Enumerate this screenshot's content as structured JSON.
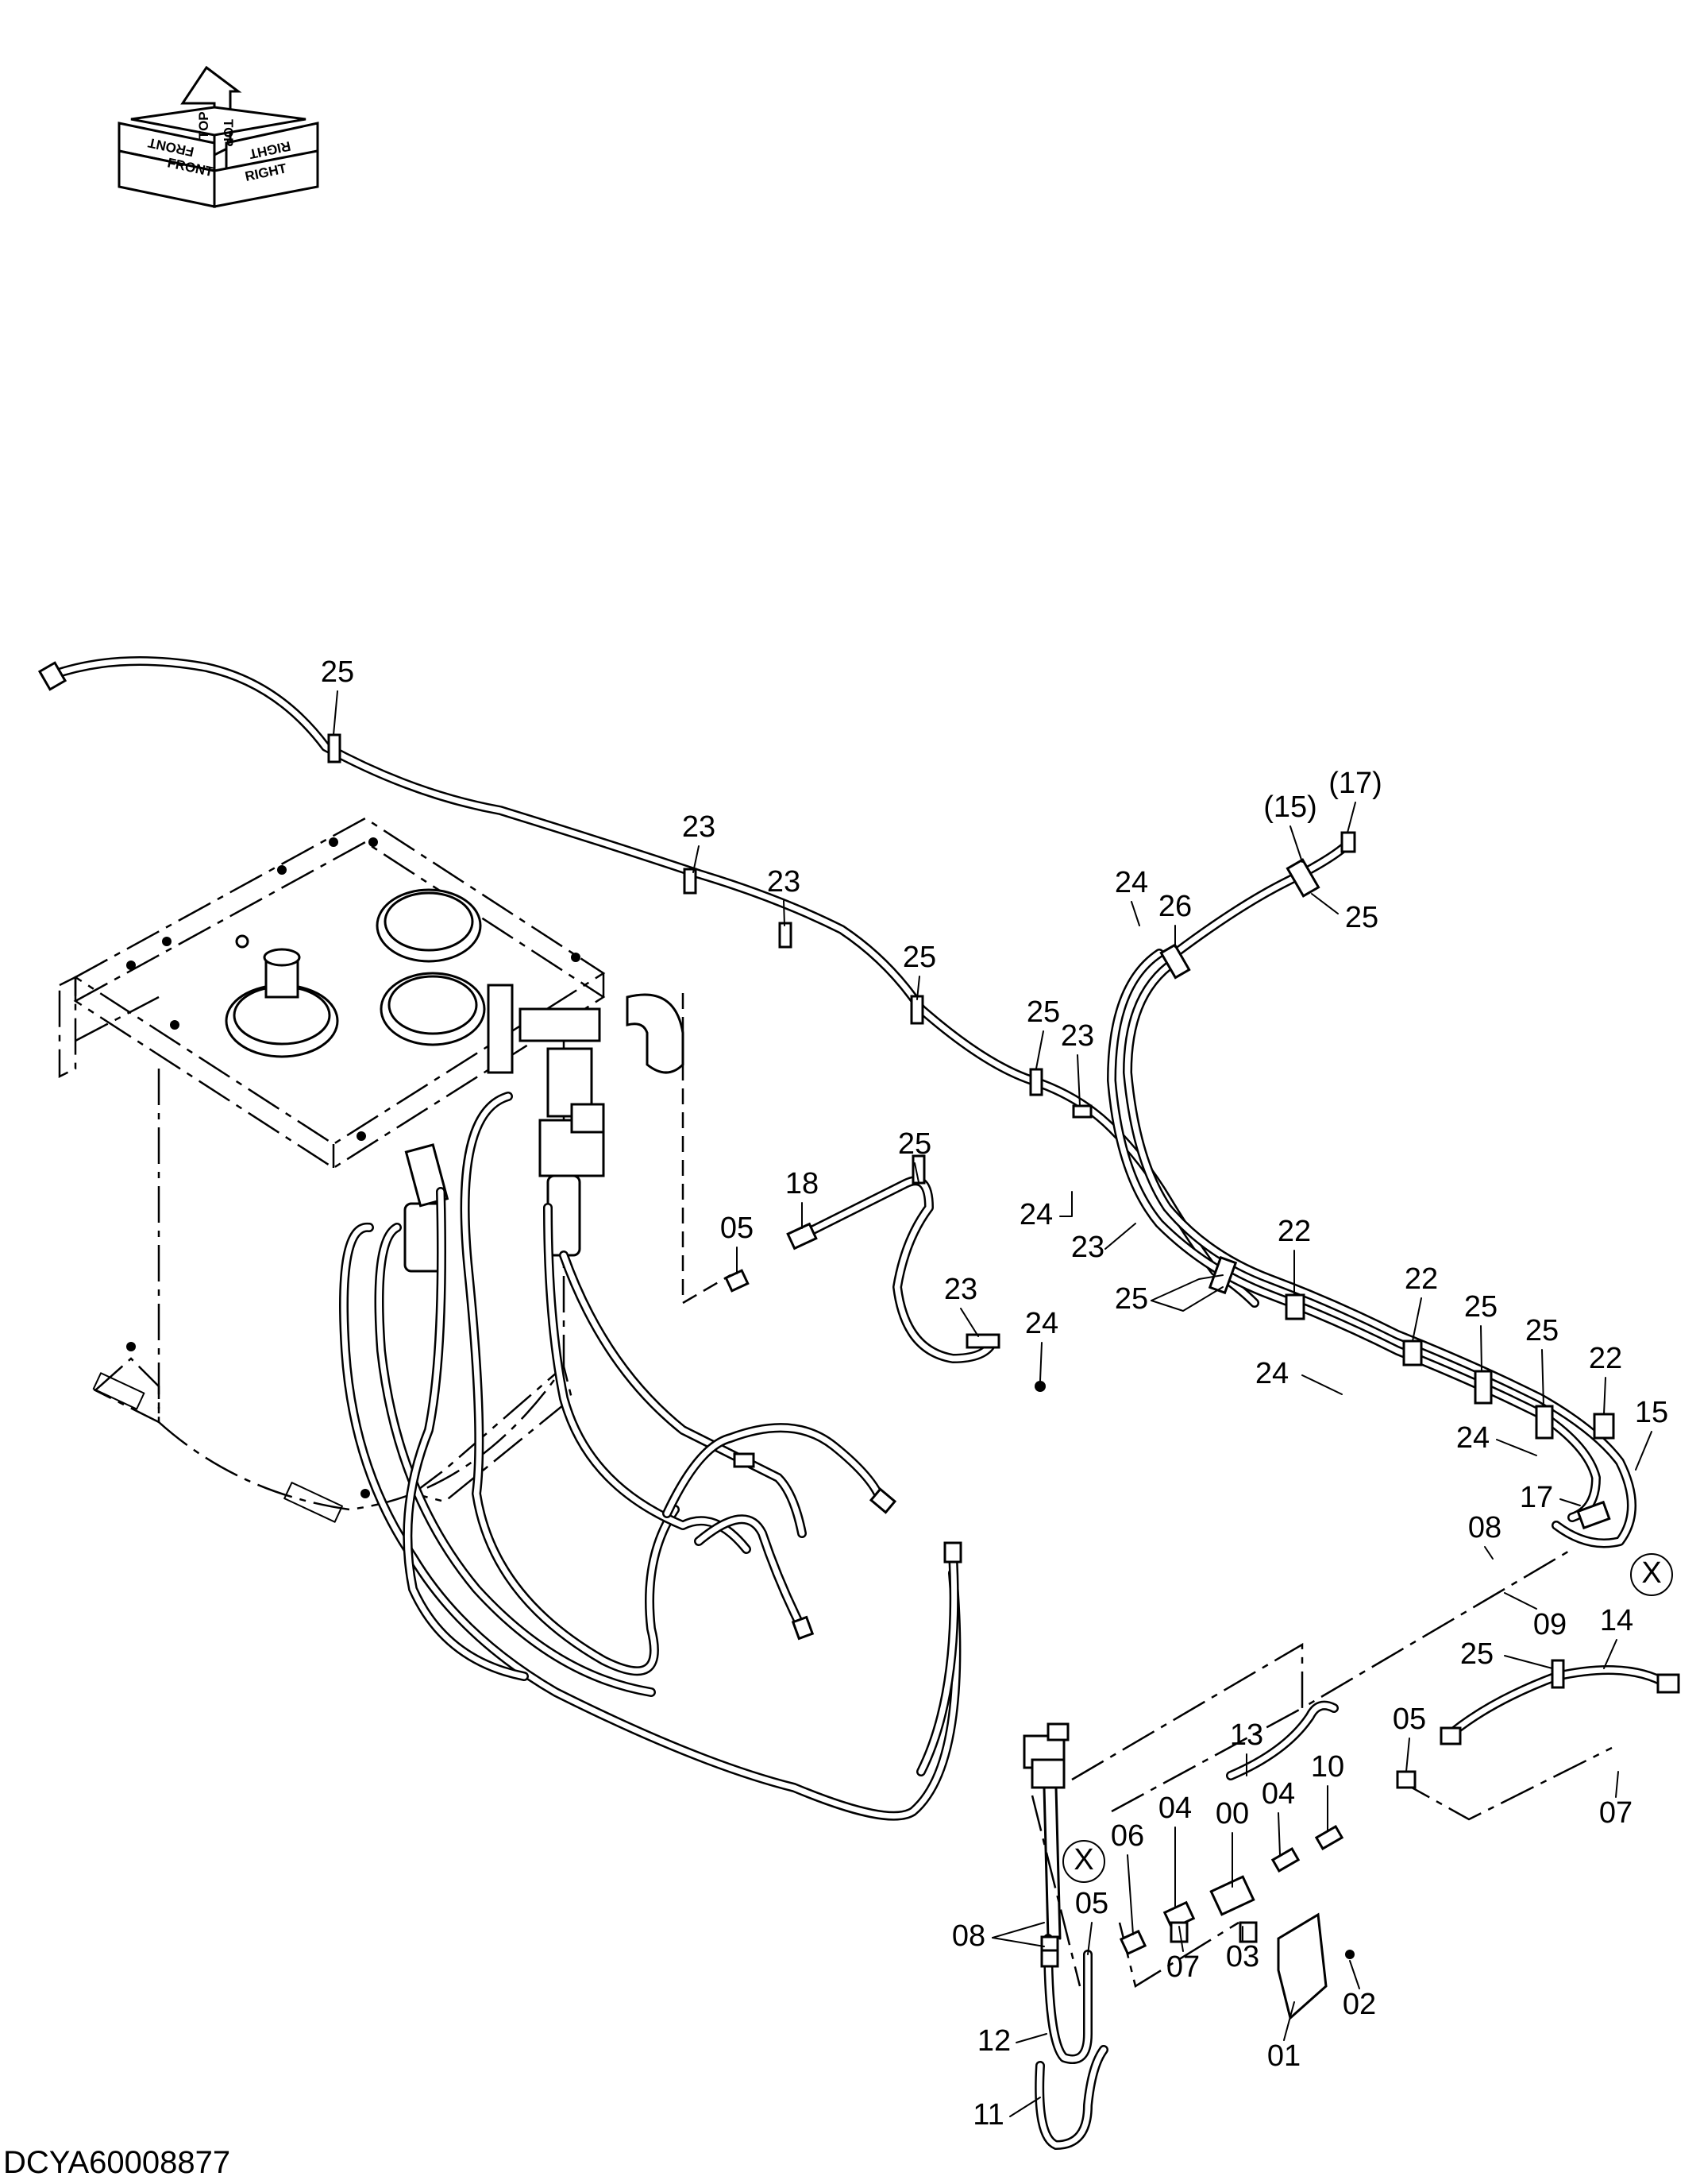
{
  "orientation": {
    "icon": "orientation-arrows-icon",
    "front_label": "FRONT",
    "right_label": "RIGHT",
    "top_label": "TOP",
    "front_mirror_label": "FRONT",
    "right_mirror_label": "RIGHT",
    "top_mirror_label": "TOP"
  },
  "callouts": [
    {
      "id": "c-25-a",
      "text": "25"
    },
    {
      "id": "c-23-a",
      "text": "23"
    },
    {
      "id": "c-23-b",
      "text": "23"
    },
    {
      "id": "c-25-b",
      "text": "25"
    },
    {
      "id": "c-25-c",
      "text": "25"
    },
    {
      "id": "c-23-c",
      "text": "23"
    },
    {
      "id": "c-25-d",
      "text": "25"
    },
    {
      "id": "c-18",
      "text": "18"
    },
    {
      "id": "c-05-a",
      "text": "05"
    },
    {
      "id": "c-24-a",
      "text": "24"
    },
    {
      "id": "c-23-d",
      "text": "23"
    },
    {
      "id": "c-25-e",
      "text": "25"
    },
    {
      "id": "c-23-e",
      "text": "23"
    },
    {
      "id": "c-24-b",
      "text": "24"
    },
    {
      "id": "c-15-paren",
      "text": "(15)"
    },
    {
      "id": "c-17-paren",
      "text": "(17)"
    },
    {
      "id": "c-24-c",
      "text": "24"
    },
    {
      "id": "c-26",
      "text": "26"
    },
    {
      "id": "c-25-f",
      "text": "25"
    },
    {
      "id": "c-22-a",
      "text": "22"
    },
    {
      "id": "c-22-b",
      "text": "22"
    },
    {
      "id": "c-25-g",
      "text": "25"
    },
    {
      "id": "c-25-h",
      "text": "25"
    },
    {
      "id": "c-22-c",
      "text": "22"
    },
    {
      "id": "c-24-d",
      "text": "24"
    },
    {
      "id": "c-24-e",
      "text": "24"
    },
    {
      "id": "c-15",
      "text": "15"
    },
    {
      "id": "c-17",
      "text": "17"
    },
    {
      "id": "c-08-a",
      "text": "08"
    },
    {
      "id": "c-x-a",
      "text": "X"
    },
    {
      "id": "c-09",
      "text": "09"
    },
    {
      "id": "c-14",
      "text": "14"
    },
    {
      "id": "c-25-i",
      "text": "25"
    },
    {
      "id": "c-05-b",
      "text": "05"
    },
    {
      "id": "c-07-a",
      "text": "07"
    },
    {
      "id": "c-13",
      "text": "13"
    },
    {
      "id": "c-10",
      "text": "10"
    },
    {
      "id": "c-04-a",
      "text": "04"
    },
    {
      "id": "c-04-b",
      "text": "04"
    },
    {
      "id": "c-00",
      "text": "00"
    },
    {
      "id": "c-06",
      "text": "06"
    },
    {
      "id": "c-x-b",
      "text": "X"
    },
    {
      "id": "c-05-c",
      "text": "05"
    },
    {
      "id": "c-08-b",
      "text": "08"
    },
    {
      "id": "c-07-b",
      "text": "07"
    },
    {
      "id": "c-03",
      "text": "03"
    },
    {
      "id": "c-02",
      "text": "02"
    },
    {
      "id": "c-01",
      "text": "01"
    },
    {
      "id": "c-12",
      "text": "12"
    },
    {
      "id": "c-11",
      "text": "11"
    }
  ],
  "drawing_id": "DCYA60008877"
}
